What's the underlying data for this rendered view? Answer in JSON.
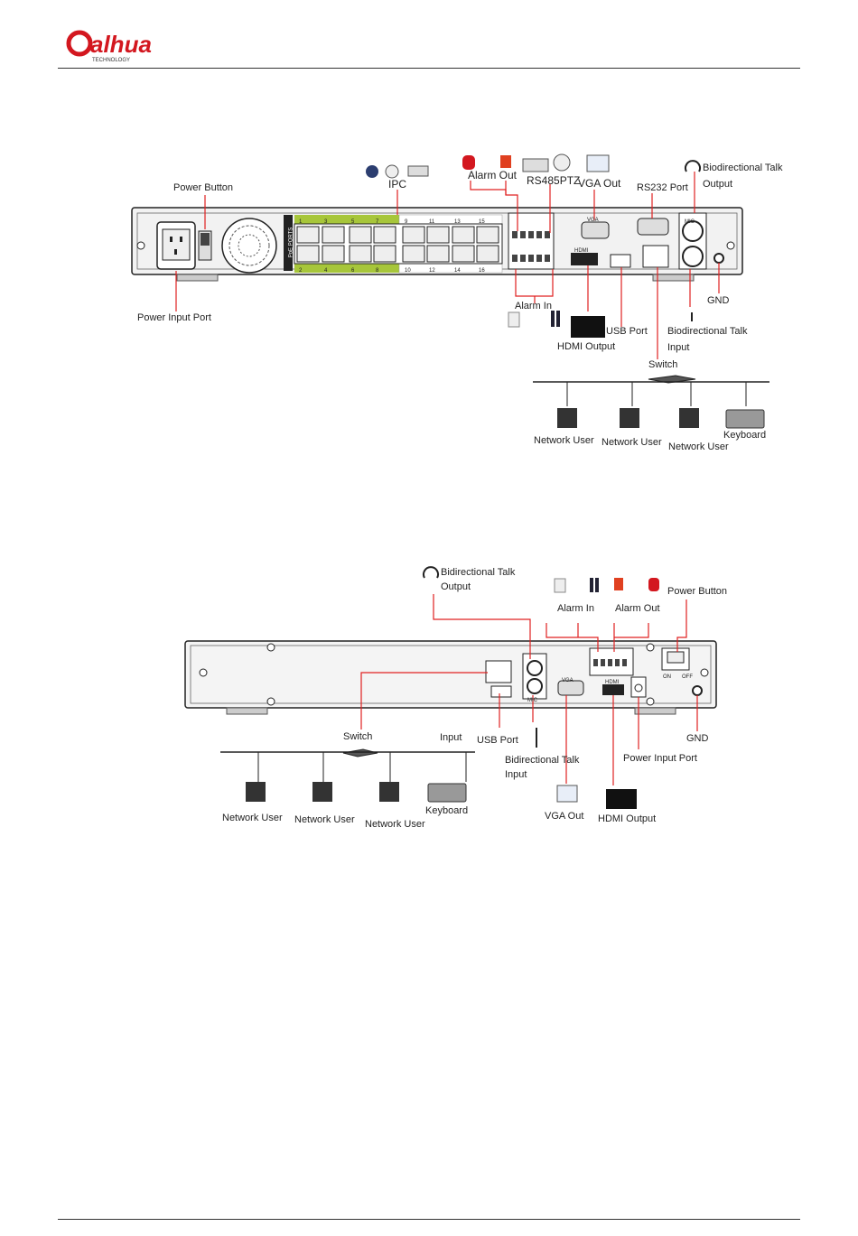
{
  "brand": {
    "logo_text": "alhua",
    "logo_subtext": "TECHNOLOGY"
  },
  "diagram1": {
    "labels": {
      "power_button": "Power Button",
      "ipc": "IPC",
      "alarm_out": "Alarm Out",
      "rs485ptz": "RS485PTZ",
      "vga_out": "VGA Out",
      "rs232": "RS232 Port",
      "talk_output_line1": "Biodirectional Talk",
      "talk_output_line2": "Output",
      "power_input": "Power Input Port",
      "alarm_in": "Alarm In",
      "usb": "USB Port",
      "hdmi": "HDMI Output",
      "gnd": "GND",
      "talk_input_line1": "Biodirectional Talk",
      "talk_input_line2": "Input",
      "switch": "Switch",
      "network_user": "Network User",
      "keyboard": "Keyboard"
    },
    "poe_label": "PoE PORTS",
    "ports_top": [
      "1",
      "3",
      "5",
      "7",
      "9",
      "11",
      "13",
      "15"
    ],
    "ports_bottom": [
      "2",
      "4",
      "6",
      "8",
      "10",
      "12",
      "14",
      "16"
    ],
    "vga_text": "VGA",
    "hdmi_text": "HDMI",
    "mic_text": "MIC"
  },
  "diagram2": {
    "labels": {
      "talk_output_line1": "Bidirectional Talk",
      "talk_output_line2": "Output",
      "alarm_in": "Alarm In",
      "alarm_out": "Alarm Out",
      "power_button": "Power Button",
      "switch": "Switch",
      "input": "Input",
      "usb": "USB Port",
      "talk_input_line1": "Bidirectional Talk",
      "talk_input_line2": "Input",
      "power_input": "Power Input Port",
      "gnd": "GND",
      "network_user": "Network User",
      "keyboard": "Keyboard",
      "vga_out": "VGA Out",
      "hdmi": "HDMI Output"
    },
    "vga_text": "VGA",
    "hdmi_text": "HDMI",
    "mic_text": "MIC",
    "on_text": "ON",
    "off_text": "OFF"
  }
}
